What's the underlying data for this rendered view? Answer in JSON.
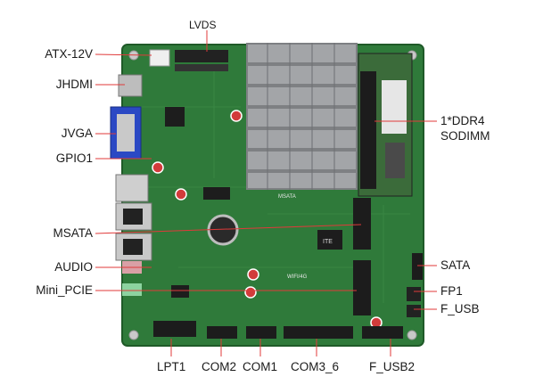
{
  "colors": {
    "pcb": "#2f7a3a",
    "pcb_dark": "#1f5a28",
    "heatsink": "#8d8f92",
    "leader": "#e03a3a",
    "text": "#1a1a1a"
  },
  "labels": {
    "lvds": "LVDS",
    "atx12v": "ATX-12V",
    "jhdmi": "JHDMI",
    "jvga": "JVGA",
    "gpio1": "GPIO1",
    "msata": "MSATA",
    "audio": "AUDIO",
    "mini_pcie": "Mini_PCIE",
    "ddr4_line1": "1*DDR4",
    "ddr4_line2": "SODIMM",
    "sata": "SATA",
    "fp1": "FP1",
    "f_usb": "F_USB",
    "lpt1": "LPT1",
    "com2": "COM2",
    "com1": "COM1",
    "com3_6": "COM3_6",
    "f_usb2": "F_USB2"
  },
  "board_marks": {
    "msata_silk": "MSATA",
    "wifi_silk": "WIFI/4G",
    "chip_mark": "ITE"
  }
}
